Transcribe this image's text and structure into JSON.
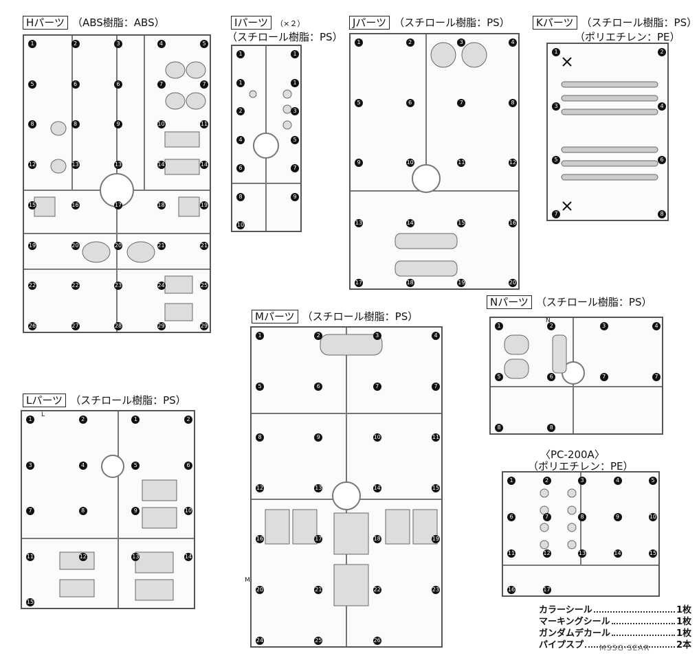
{
  "labels": {
    "H": {
      "id": "Hパーツ",
      "mat": "（ABS樹脂：ABS）"
    },
    "I": {
      "id": "Iパーツ",
      "qty": "（×２）",
      "mat": "（スチロール樹脂：PS）"
    },
    "J": {
      "id": "Jパーツ",
      "mat": "（スチロール樹脂：PS）"
    },
    "K": {
      "id": "Kパーツ",
      "mat": "（スチロール樹脂：PS）",
      "mat2": "（ポリエチレン：PE）"
    },
    "L": {
      "id": "Lパーツ",
      "mat": "（スチロール樹脂：PS）"
    },
    "M": {
      "id": "Mパーツ",
      "mat": "（スチロール樹脂：PS）"
    },
    "N": {
      "id": "Nパーツ",
      "mat": "（スチロール樹脂：PS）"
    },
    "PC": {
      "id": "〈PC-200A〉",
      "mat": "（ポリエチレン：PE）"
    }
  },
  "runner_tags": {
    "L": "L",
    "M": "M",
    "N": "N"
  },
  "part_numbers": {
    "H": [
      "1",
      "2",
      "3",
      "4",
      "5",
      "5",
      "6",
      "6",
      "7",
      "7",
      "8",
      "8",
      "9",
      "10",
      "11",
      "12",
      "13",
      "13",
      "14",
      "14",
      "15",
      "16",
      "17",
      "18",
      "19",
      "19",
      "20",
      "20",
      "21",
      "21",
      "22",
      "22",
      "23",
      "24",
      "25",
      "26",
      "27",
      "28",
      "29",
      "29"
    ],
    "I": [
      "1",
      "1",
      "1",
      "1",
      "2",
      "3",
      "4",
      "5",
      "6",
      "7",
      "8",
      "9",
      "10"
    ],
    "J": [
      "1",
      "2",
      "3",
      "4",
      "5",
      "6",
      "7",
      "8",
      "9",
      "10",
      "11",
      "12",
      "13",
      "14",
      "15",
      "16",
      "17",
      "18",
      "19",
      "20"
    ],
    "K": [
      "1",
      "2",
      "3",
      "4",
      "5",
      "6",
      "7",
      "8"
    ],
    "L": [
      "1",
      "2",
      "1",
      "2",
      "3",
      "4",
      "5",
      "6",
      "7",
      "8",
      "9",
      "10",
      "11",
      "12",
      "13",
      "14",
      "15"
    ],
    "M": [
      "1",
      "2",
      "3",
      "4",
      "5",
      "6",
      "7",
      "7",
      "8",
      "9",
      "10",
      "11",
      "12",
      "13",
      "14",
      "15",
      "16",
      "17",
      "18",
      "19",
      "20",
      "21",
      "22",
      "23",
      "24",
      "25",
      "26"
    ],
    "N": [
      "1",
      "2",
      "3",
      "4",
      "5",
      "6",
      "7",
      "7",
      "8",
      "8"
    ],
    "PC": [
      "1",
      "2",
      "3",
      "4",
      "5",
      "6",
      "7",
      "8",
      "9",
      "10",
      "11",
      "12",
      "13",
      "14",
      "15",
      "16",
      "17"
    ]
  },
  "footer": [
    {
      "name": "カラーシール",
      "qty": "1枚"
    },
    {
      "name": "マーキングシール",
      "qty": "1枚"
    },
    {
      "name": "ガンダムデカール",
      "qty": "1枚"
    },
    {
      "name": "パイプスプ",
      "qty": "2本"
    }
  ],
  "watermark": "MSSG·SEAR"
}
